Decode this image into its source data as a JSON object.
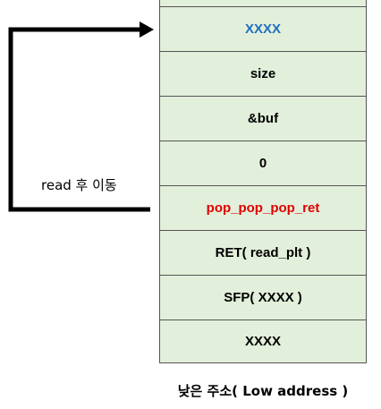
{
  "stack": {
    "cells": [
      {
        "label": "",
        "color": "black"
      },
      {
        "label": "XXXX",
        "color": "blue"
      },
      {
        "label": "size",
        "color": "black"
      },
      {
        "label": "&buf",
        "color": "black"
      },
      {
        "label": "0",
        "color": "black"
      },
      {
        "label": "pop_pop_pop_ret",
        "color": "red"
      },
      {
        "label": "RET( read_plt )",
        "color": "black"
      },
      {
        "label": "SFP( XXXX )",
        "color": "black"
      },
      {
        "label": "XXXX",
        "color": "black"
      }
    ]
  },
  "arrow": {
    "label": "read 후 이동"
  },
  "caption": "낮은 주소( Low address )",
  "colors": {
    "cell_fill": "#e2efda",
    "blue_text": "#1f6fbf",
    "red_text": "#e00000"
  }
}
